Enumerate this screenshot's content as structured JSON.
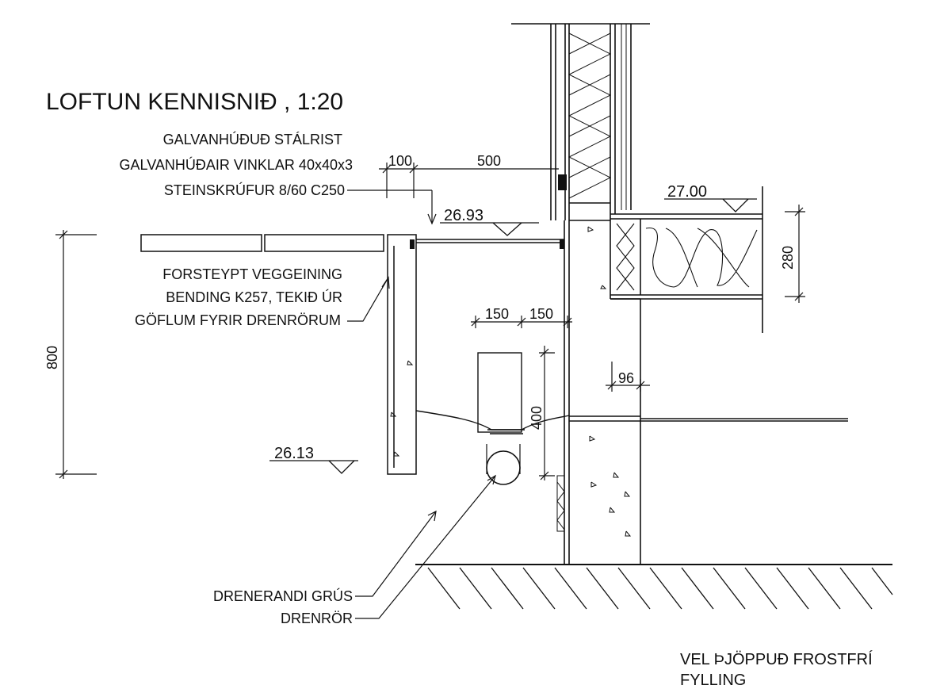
{
  "title": "LOFTUN KENNISNIÐ ,  1:20",
  "labels": {
    "steel_grate": "GALVANHÚÐUÐ STÁLRIST",
    "angles": "GALVANHÚÐAIR VINKLAR 40x40x3",
    "screws": "STEINSKRÚFUR 8/60 C250",
    "precast_line1": "FORSTEYPT VEGGEINING",
    "precast_line2": "BENDING K257, TEKIÐ ÚR",
    "precast_line3": "GÖFLUM FYRIR DRENRÖRUM",
    "gravel": "DRENERANDI GRÚS",
    "drain_pipe": "DRENRÖR",
    "fill_line1": "VEL ÞJÖPPUÐ FROSTFRÍ",
    "fill_line2": "FYLLING"
  },
  "dimensions": {
    "d100": "100",
    "d500": "500",
    "d800": "800",
    "d150a": "150",
    "d150b": "150",
    "d400": "400",
    "d96": "96",
    "d280": "280"
  },
  "levels": {
    "top_grate": "26.93",
    "bottom_pit": "26.13",
    "floor": "27.00"
  }
}
